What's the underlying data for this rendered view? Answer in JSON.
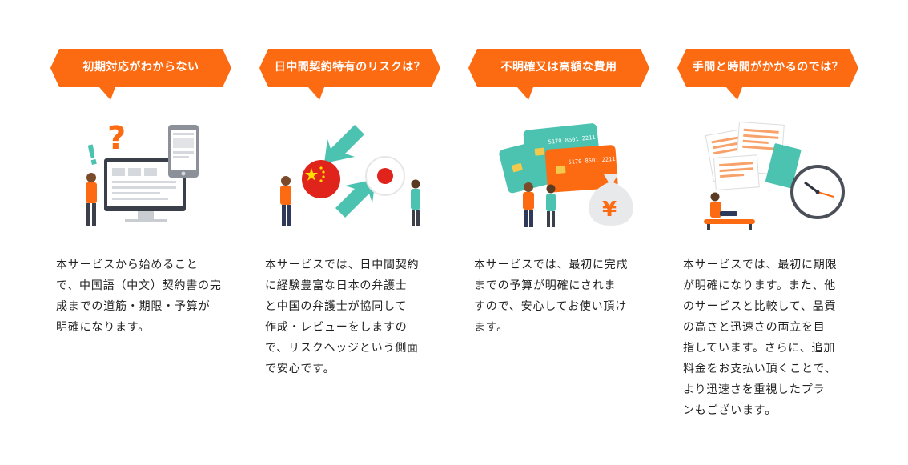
{
  "sections": [
    {
      "title": "初期対応がわからない",
      "icon": "confused-person-computer-icon",
      "description": "本サービスから始めること\nで、中国語（中文）契約書の完\n成までの道筋・期限・予算が\n明確になります。"
    },
    {
      "title": "日中間契約特有のリスクは？",
      "icon": "china-japan-exchange-icon",
      "description": "本サービスでは、日中間契約\nに経験豊富な日本の弁護士\nと中国の弁護士が協同して\n作成・レビューをしますの\nで、リスクヘッジという側面\nで安心です。"
    },
    {
      "title": "不明確又は高額な費用",
      "icon": "credit-cards-money-bag-icon",
      "description": "本サービスでは、最初に完成\nまでの予算が明確にされま\nすので、安心してお使い頂け\nます。"
    },
    {
      "title": "手間と時間がかかるのでは？",
      "icon": "documents-clock-person-icon",
      "description": "本サービスでは、最初に期限\nが明確になります。また、他\nのサービスと比較して、品質\nの高さと迅速さの両立を目\n指しています。さらに、追加\n料金をお支払い頂くことで、\nより迅速さを重視したプラ\nンもございます。"
    }
  ],
  "colors": {
    "accent": "#fc6a12",
    "teal": "#4cc2b0",
    "text": "#222222"
  },
  "card_numbers": [
    "5170 8501 2211",
    "5170 8501 2211"
  ]
}
